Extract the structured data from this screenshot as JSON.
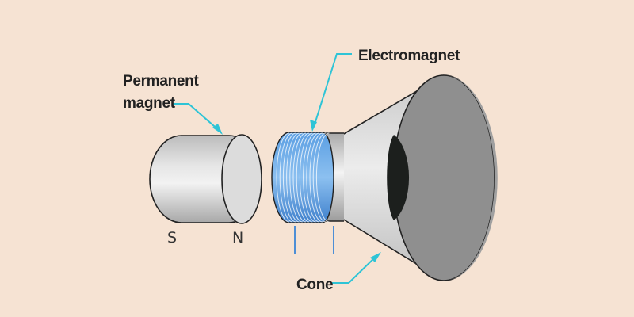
{
  "labels": {
    "permanent_magnet_line1": "Permanent",
    "permanent_magnet_line2": "magnet",
    "electromagnet": "Electromagnet",
    "cone": "Cone",
    "south_pole": "S",
    "north_pole": "N"
  },
  "colors": {
    "background": "#f6e3d3",
    "leader_line": "#2ec4d6",
    "coil": "#3b86d6",
    "cone_inner": "#9a9a9a",
    "cone_dark": "#1c1f1d"
  }
}
